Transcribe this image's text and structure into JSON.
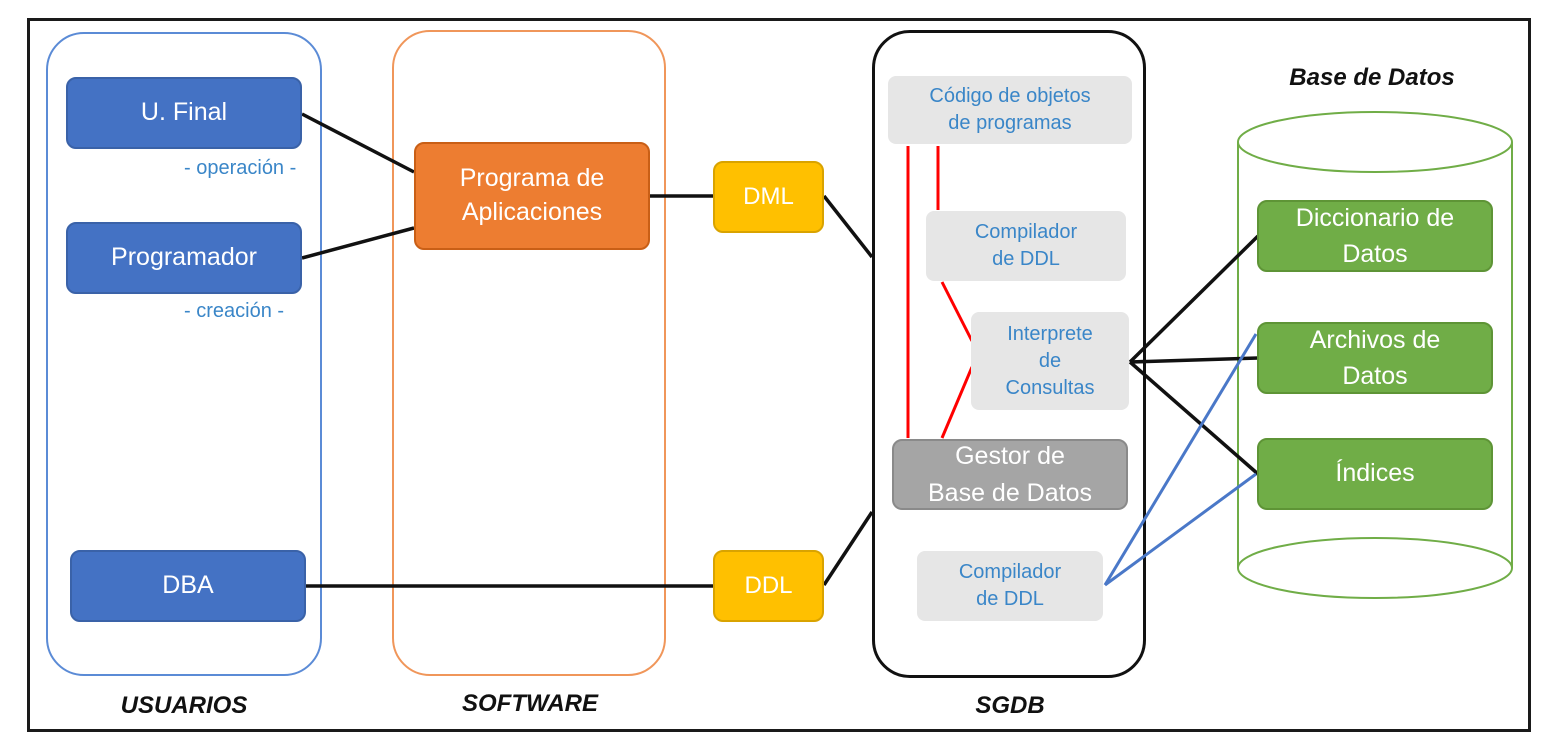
{
  "lanes": {
    "usuarios": "USUARIOS",
    "software": "SOFTWARE",
    "sgdb": "SGDB",
    "base_datos": "Base de Datos"
  },
  "users": {
    "final": "U. Final",
    "final_role": "- operación -",
    "programador": "Programador",
    "programador_role": "- creación -",
    "dba": "DBA"
  },
  "software": {
    "programa_line1": "Programa de",
    "programa_line2": "Aplicaciones"
  },
  "languages": {
    "dml": "DML",
    "ddl": "DDL"
  },
  "sgdb": {
    "codigo_line1": "Código de objetos",
    "codigo_line2": "de programas",
    "compilador1_line1": "Compilador",
    "compilador1_line2": "de DDL",
    "interprete_line1": "Interprete",
    "interprete_line2": "de",
    "interprete_line3": "Consultas",
    "gestor_line1": "Gestor de",
    "gestor_line2": "Base de Datos",
    "compilador2_line1": "Compilador",
    "compilador2_line2": "de DDL"
  },
  "database": {
    "diccionario_line1": "Diccionario de",
    "diccionario_line2": "Datos",
    "archivos_line1": "Archivos de",
    "archivos_line2": "Datos",
    "indices": "Índices"
  },
  "colors": {
    "user_blue": "#4472c4",
    "software_orange": "#ed7d31",
    "language_yellow": "#ffc000",
    "db_green": "#70ad47",
    "connector_black": "#111111",
    "connector_red": "#ff0000",
    "connector_blue": "#4a78c8"
  }
}
